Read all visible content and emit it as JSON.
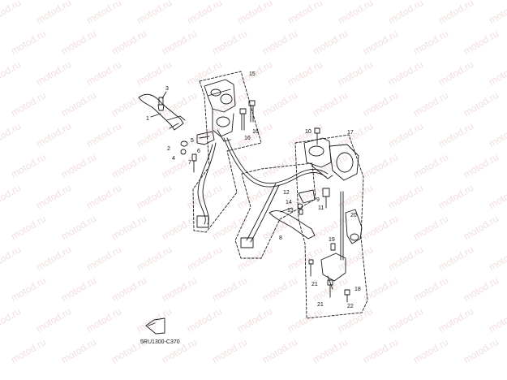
{
  "watermark": "motod.ru",
  "diagram_code": "5RU1300-C370",
  "callouts": {
    "c1": "1",
    "c2": "2",
    "c3": "3",
    "c4": "4",
    "c5": "5",
    "c6": "6",
    "c7": "7",
    "c8": "8",
    "c9": "9",
    "c10": "10",
    "c11": "11",
    "c12": "12",
    "c13": "13",
    "c14": "14",
    "c15": "15",
    "c16a": "16",
    "c16b": "16",
    "c17": "17",
    "c18": "18",
    "c19": "19",
    "c20": "20",
    "c21a": "21",
    "c21b": "21",
    "c22": "22"
  },
  "colors": {
    "line": "#1a1a1a",
    "watermark": "#f3dede"
  }
}
